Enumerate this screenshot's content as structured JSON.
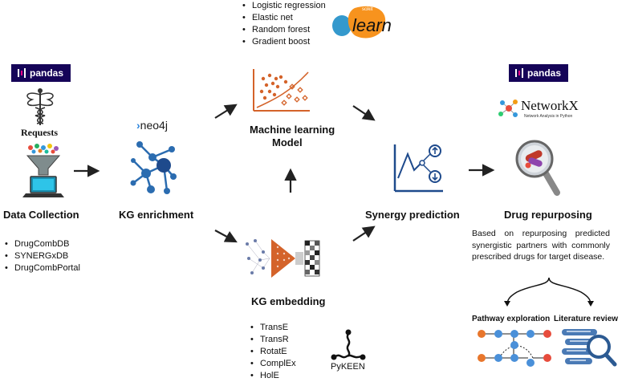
{
  "stages": {
    "data_collection": {
      "title": "Data Collection",
      "sources": [
        "DrugCombDB",
        "SYNERGxDB",
        "DrugCombPortal"
      ]
    },
    "kg_enrichment": {
      "title": "KG enrichment"
    },
    "ml_model": {
      "title_line1": "Machine learning",
      "title_line2": "Model",
      "models": [
        "Logistic regression",
        "Elastic net",
        "Random forest",
        "Gradient boost"
      ]
    },
    "kg_embedding": {
      "title": "KG embedding",
      "methods": [
        "TransE",
        "TransR",
        "RotatE",
        "ComplEx",
        "HolE"
      ]
    },
    "synergy_prediction": {
      "title": "Synergy prediction"
    },
    "drug_repurposing": {
      "title": "Drug repurposing",
      "description": "Based on repurposing predicted synergistic partners with commonly prescribed drugs for target disease.",
      "pathway_exploration": "Pathway exploration",
      "literature_review": "Literature review"
    }
  },
  "logos": {
    "pandas": "pandas",
    "requests": "Requests",
    "neo4j": "neo4j",
    "sklearn_small": "scikit",
    "sklearn_big": "learn",
    "networkx": "NetworkX",
    "networkx_sub": "Network Analysis in Python",
    "pykeen": "PyKEEN"
  },
  "colors": {
    "pandas_navy": "#150458",
    "neo4j_blue": "#2b6cb0",
    "sklearn_blue": "#3499cd",
    "sklearn_orange": "#f7931e",
    "ml_orange": "#d4632a",
    "synergy_blue": "#1e4a8c",
    "arrow": "#222222"
  }
}
